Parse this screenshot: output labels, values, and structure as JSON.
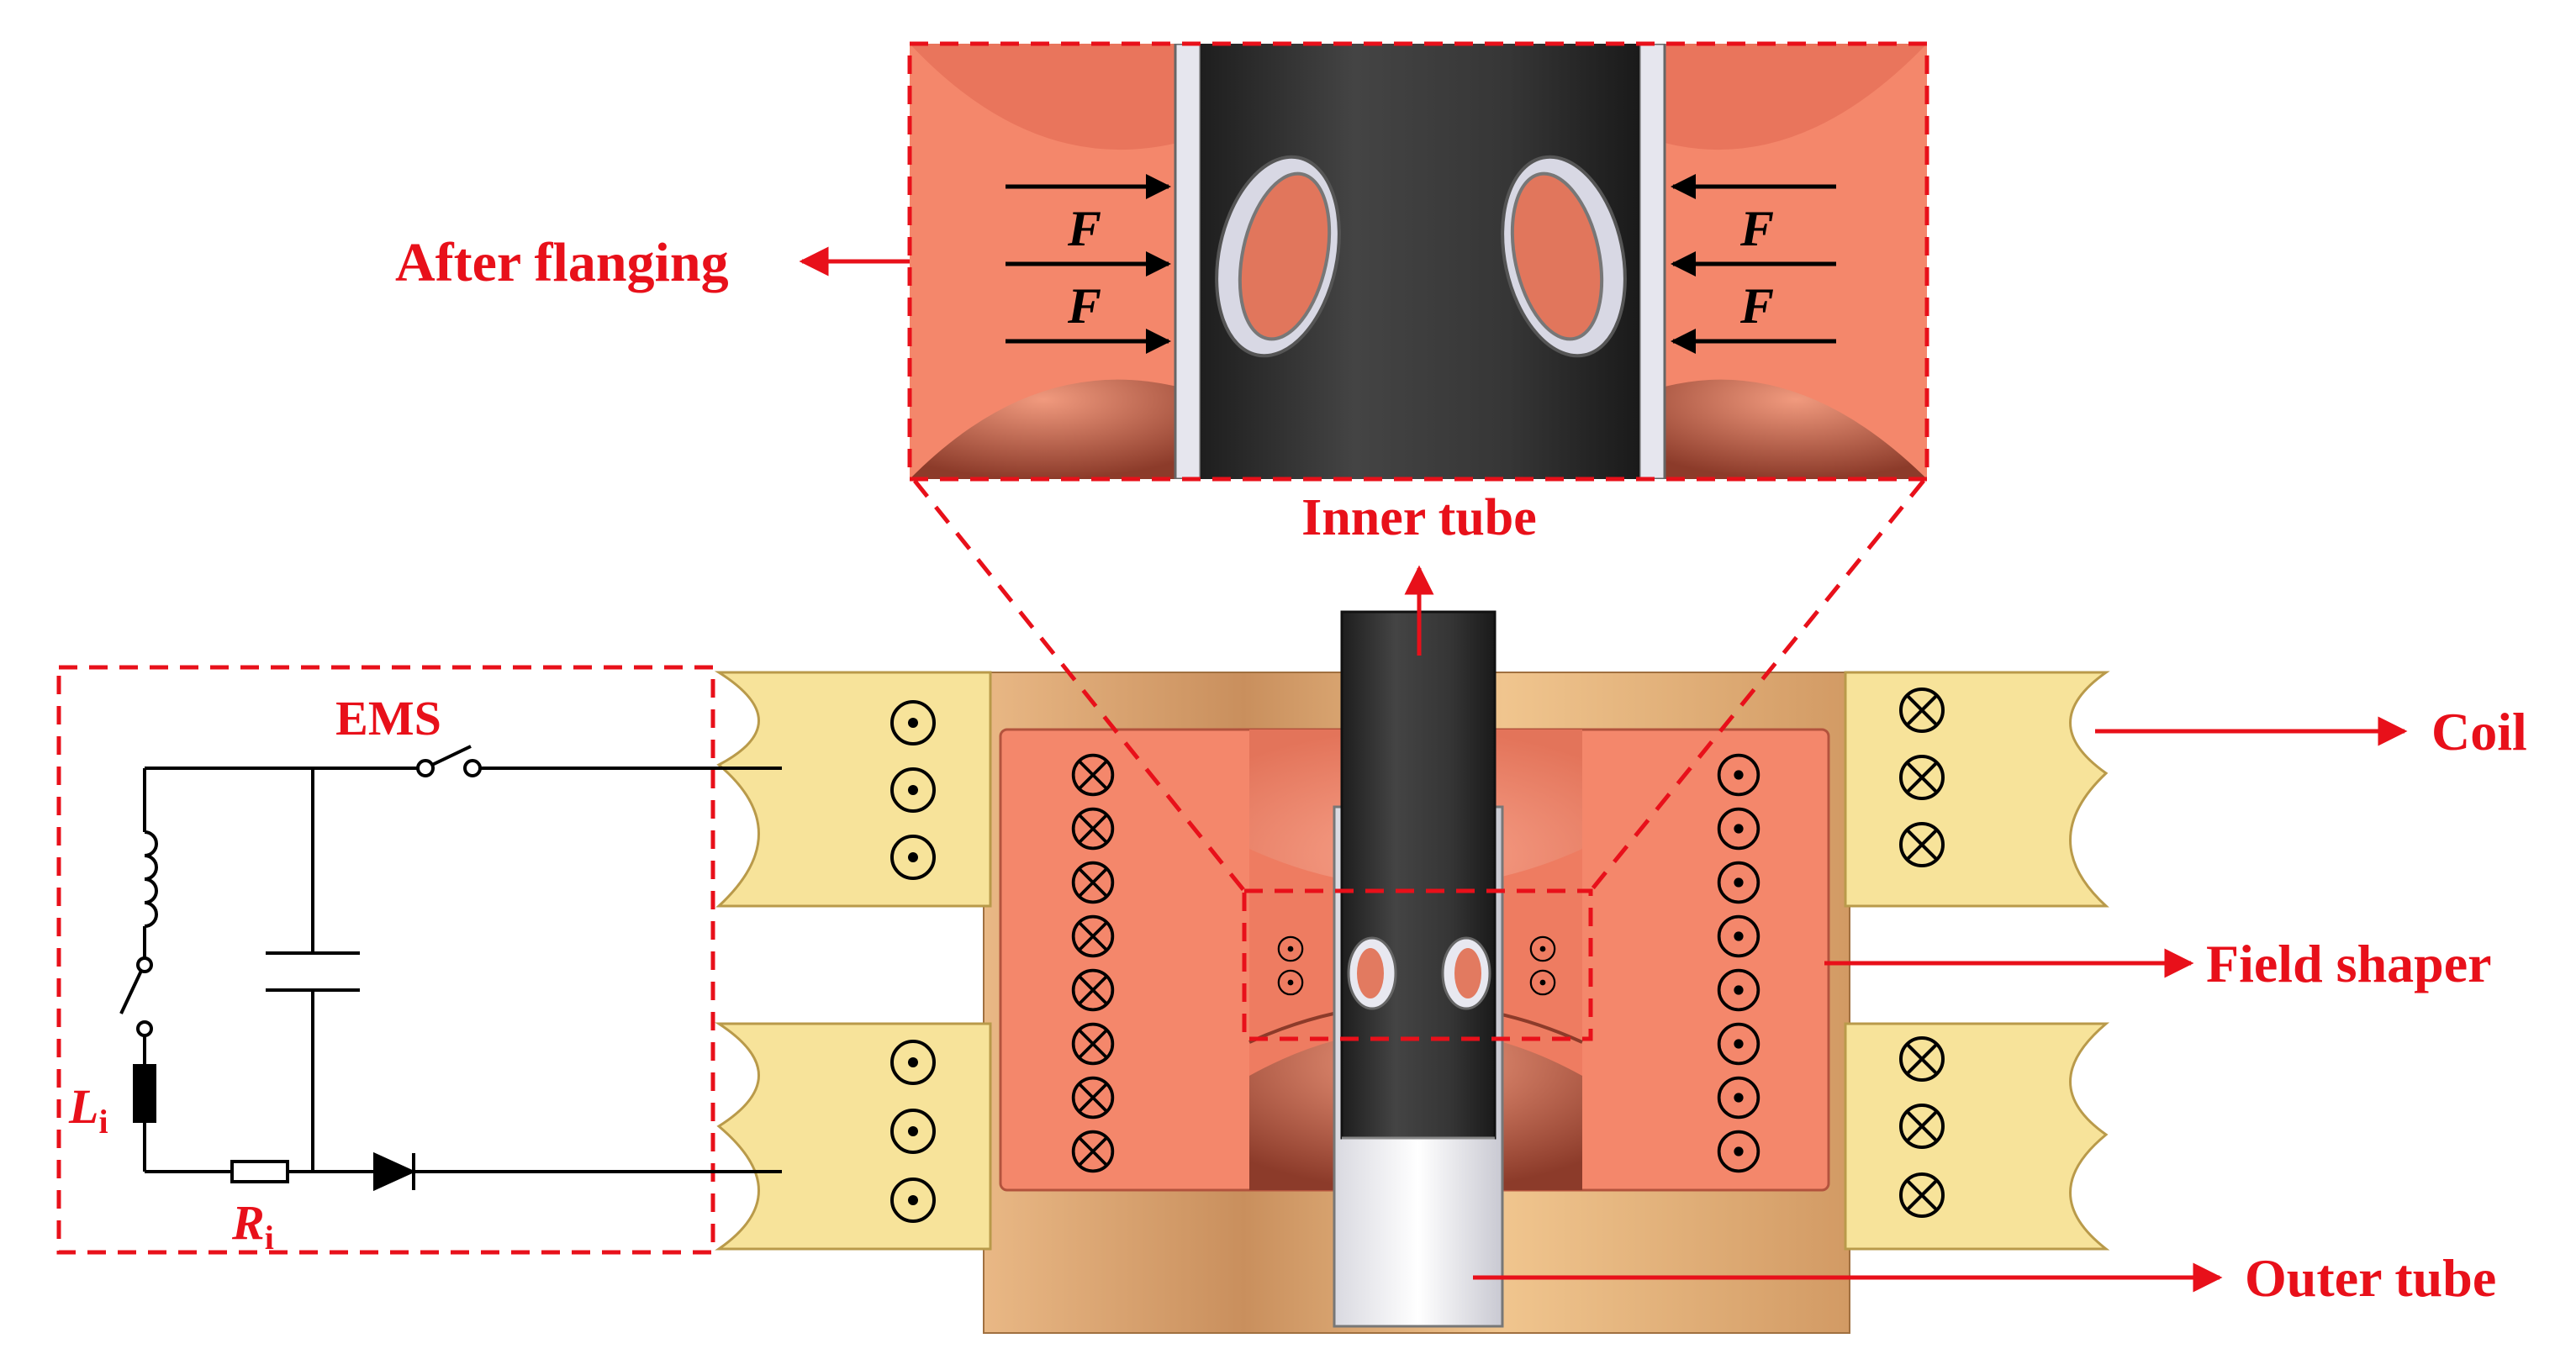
{
  "labels": {
    "after_flanging": "After flanging",
    "inner_tube": "Inner tube",
    "coil": "Coil",
    "field_shaper": "Field shaper",
    "outer_tube": "Outer tube",
    "ems": "EMS",
    "force": "F",
    "li_main": "L",
    "li_sub": "i",
    "ri_main": "R",
    "ri_sub": "i"
  },
  "colors": {
    "annotation": "#e8101a",
    "coil": "#f7e39a",
    "coil_band": "#dca877",
    "field_shaper": "#f4876b",
    "tube_dark": "#3a3a3a",
    "tube_light": "#eeeef2"
  }
}
